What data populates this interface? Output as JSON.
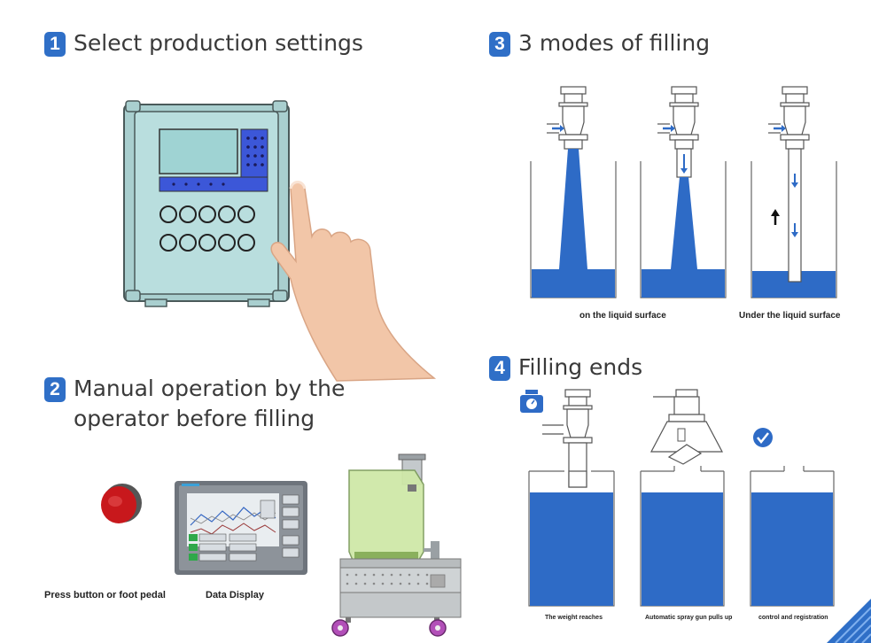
{
  "steps": [
    {
      "number": "1",
      "title": "Select production settings"
    },
    {
      "number": "2",
      "title": "Manual operation by the\noperator before filling"
    },
    {
      "number": "3",
      "title": "3 modes of filling"
    },
    {
      "number": "4",
      "title": "Filling ends"
    }
  ],
  "step2_captions": {
    "button": "Press button or foot pedal",
    "display": "Data Display"
  },
  "step3_captions": {
    "surface": "on the liquid surface",
    "under": "Under the liquid surface"
  },
  "step4_captions": {
    "weight": "The weight reaches",
    "spray": "Automatic spray gun pulls up",
    "control": "control and registration"
  },
  "colors": {
    "accent": "#2f6fc7",
    "liquid": "#2e6bc6",
    "panel": "#b9dede",
    "tank": "#cfe8a8"
  }
}
